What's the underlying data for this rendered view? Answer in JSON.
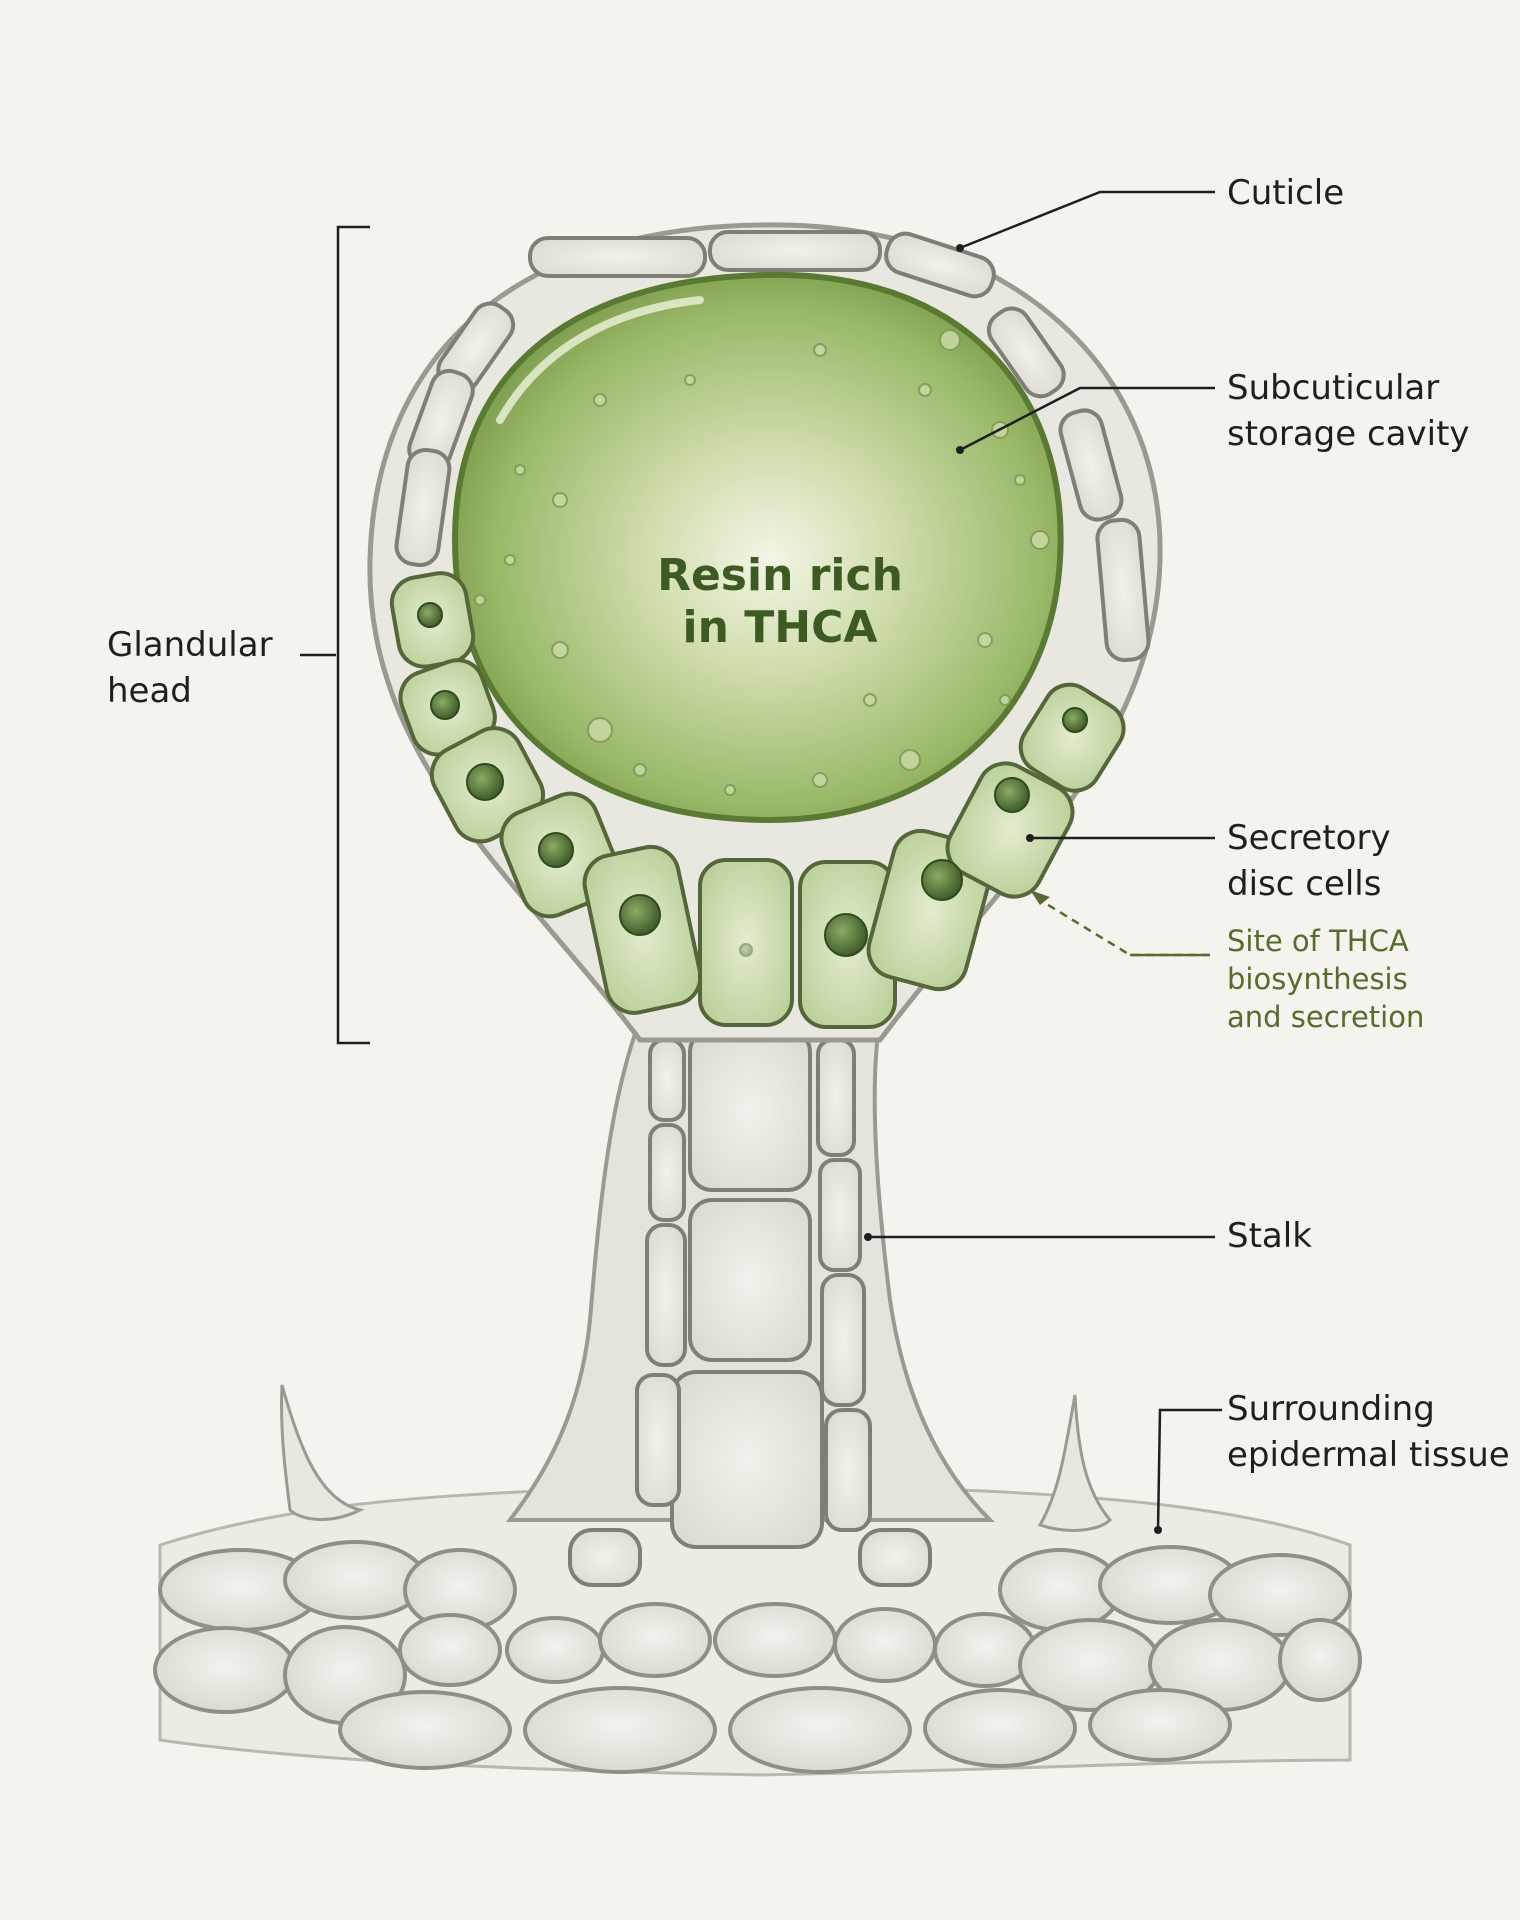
{
  "labels": {
    "cuticle": "Cuticle",
    "storage_cavity": "Subcuticular\nstorage cavity",
    "glandular_head": "Glandular\nhead",
    "disc_cells": "Secretory\ndisc cells",
    "disc_cells_note": "Site of THCA\nbiosynthesis\nand secretion",
    "stalk": "Stalk",
    "epidermal": "Surrounding\nepidermal tissue",
    "resin": "Resin rich\nin THCA"
  },
  "colors": {
    "background": "#f5f3ee",
    "resin_green": "#8fae5c",
    "cell_wall": "#9a9a90",
    "disc_cell": "#d6e2bf",
    "label_text": "#1f1f1f",
    "note_text": "#556b2f"
  }
}
